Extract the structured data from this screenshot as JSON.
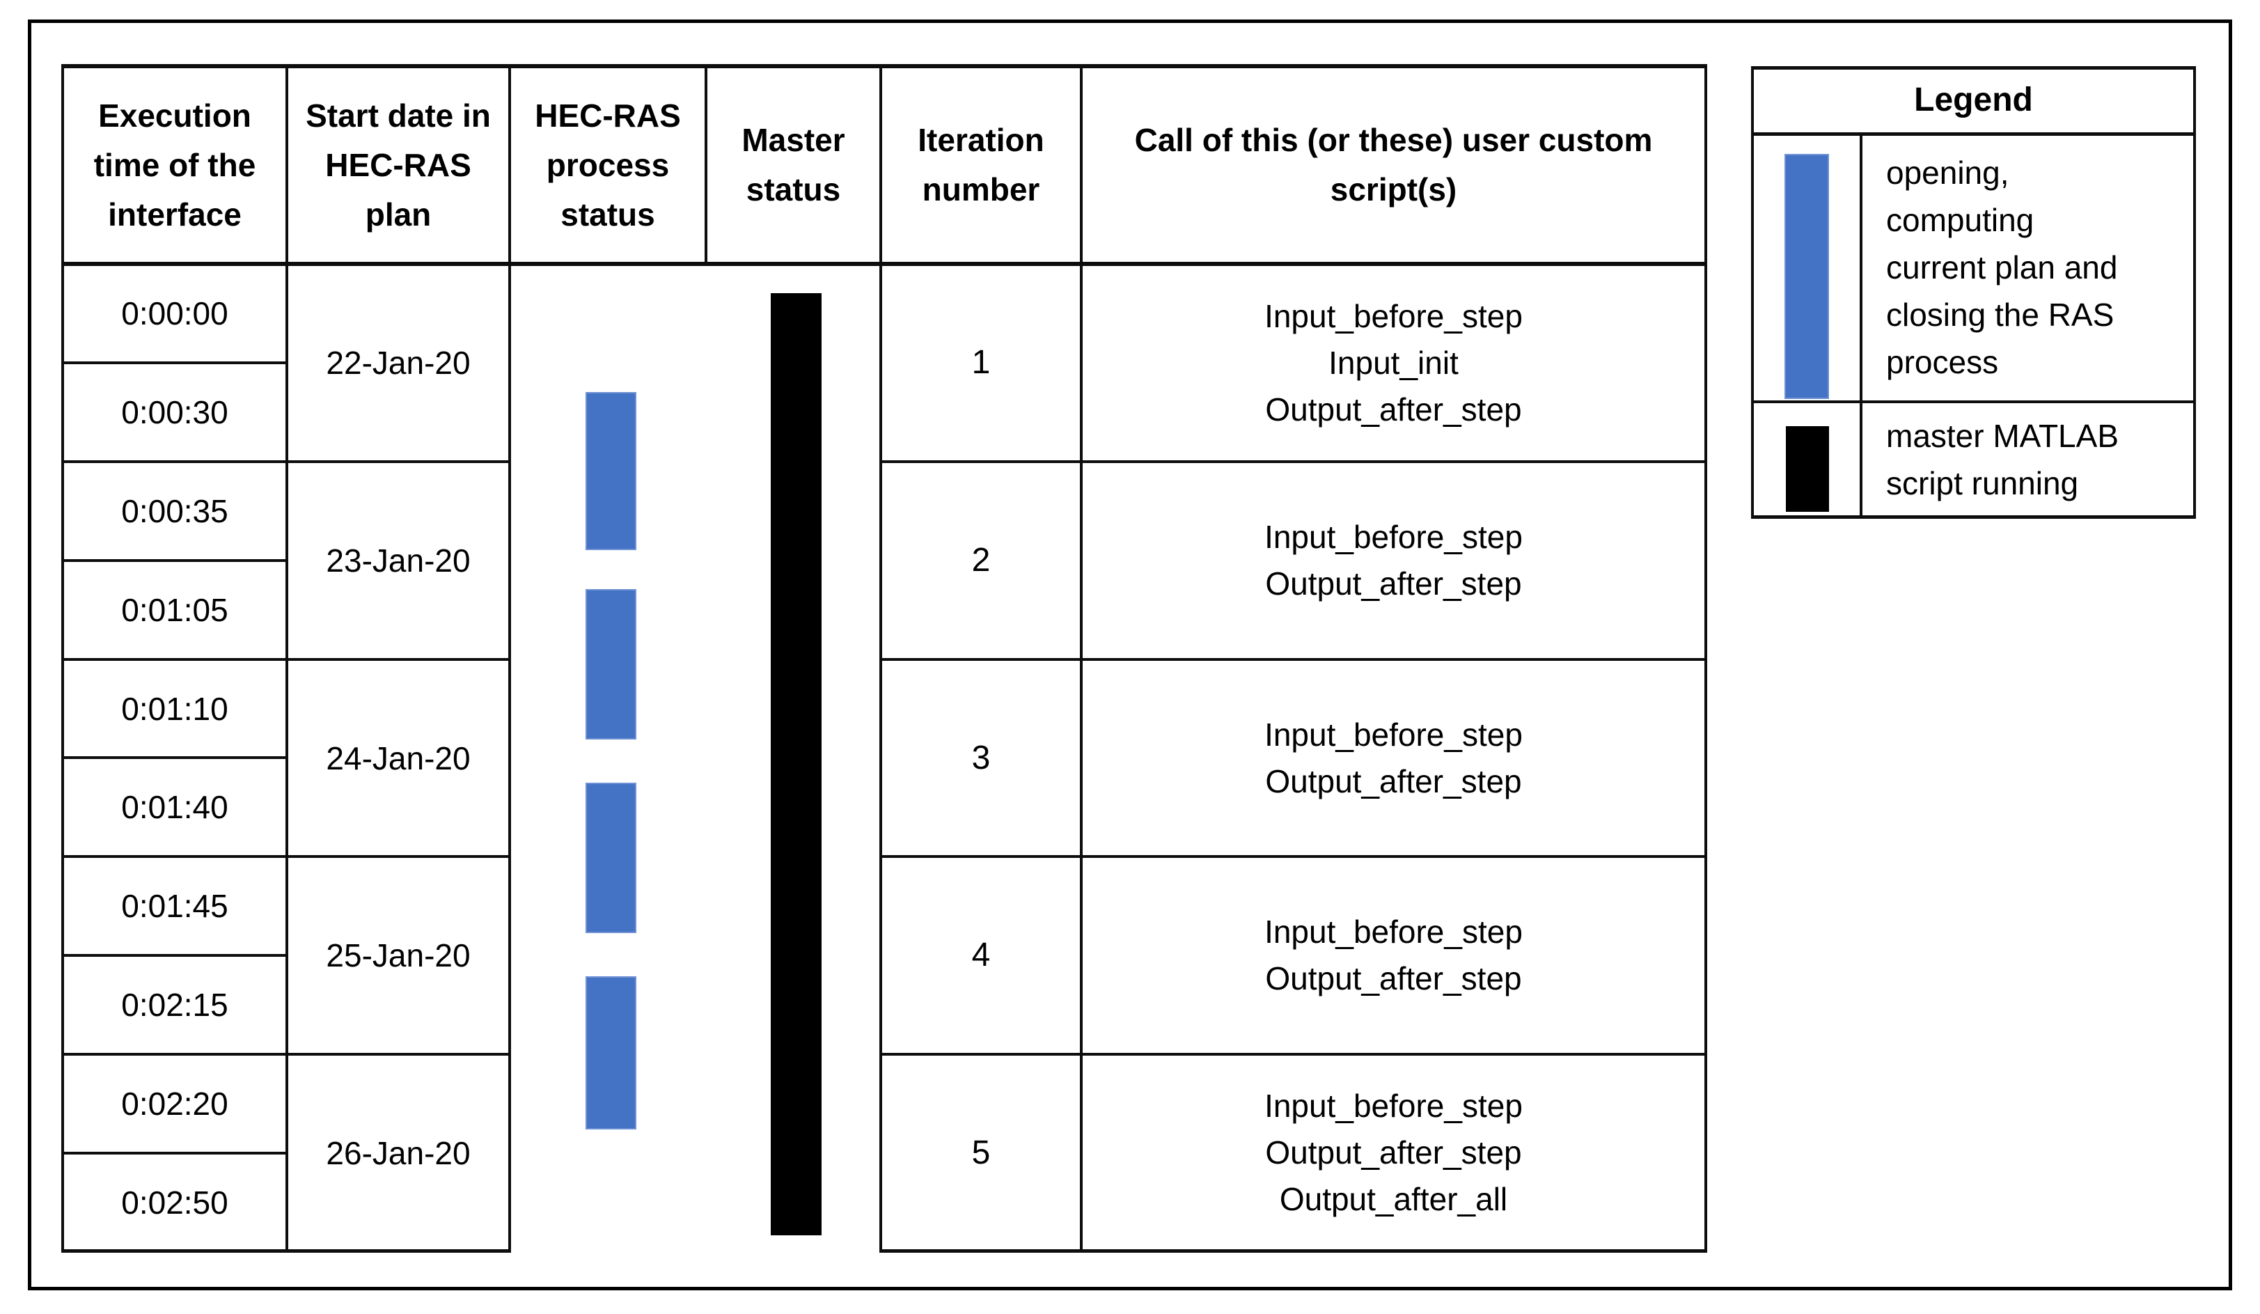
{
  "figure": {
    "table": {
      "headers": {
        "execution_time": "Execution time of the interface",
        "start_date": "Start date in HEC-RAS plan",
        "ras_status": "HEC-RAS process status",
        "master_status": "Master status",
        "iteration": "Iteration number",
        "call_scripts": "Call of this (or these) user custom script(s)"
      },
      "times": [
        "0:00:00",
        "0:00:30",
        "0:00:35",
        "0:01:05",
        "0:01:10",
        "0:01:40",
        "0:01:45",
        "0:02:15",
        "0:02:20",
        "0:02:50"
      ],
      "dates": [
        "22-Jan-20",
        "23-Jan-20",
        "24-Jan-20",
        "25-Jan-20",
        "26-Jan-20"
      ],
      "iterations": [
        "1",
        "2",
        "3",
        "4",
        "5"
      ],
      "calls": [
        "Input_before_step\nInput_init\nOutput_after_step",
        "Input_before_step\nOutput_after_step",
        "Input_before_step\nOutput_after_step",
        "Input_before_step\nOutput_after_step",
        "Input_before_step\nOutput_after_step\nOutput_after_all"
      ]
    },
    "legend": {
      "title": "Legend",
      "items": [
        {
          "label": "opening,\ncomputing\ncurrent plan and\nclosing the RAS\nprocess",
          "color": "#4472C4"
        },
        {
          "label": "master MATLAB\nscript running",
          "color": "#000000"
        }
      ]
    },
    "colors": {
      "ras_bar": "#4472C4",
      "master_bar": "#000000",
      "border": "#0d0d0d"
    }
  }
}
